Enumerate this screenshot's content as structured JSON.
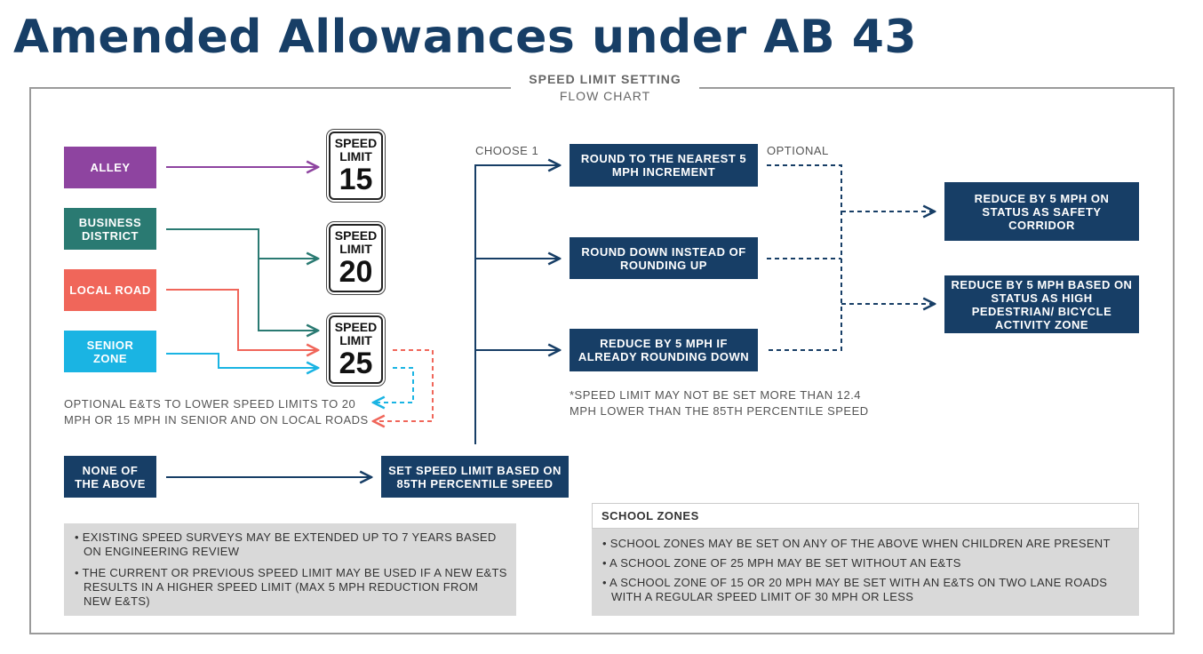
{
  "title": "Amended Allowances under AB 43",
  "chart_header": {
    "line1": "SPEED LIMIT SETTING",
    "line2": "FLOW CHART"
  },
  "categories": [
    {
      "label": "ALLEY",
      "color": "#8e44a0"
    },
    {
      "label": "BUSINESS DISTRICT",
      "color": "#2a7a72"
    },
    {
      "label": "LOCAL ROAD",
      "color": "#f0665a"
    },
    {
      "label": "SENIOR ZONE",
      "color": "#1ab4e3"
    }
  ],
  "signs": [
    {
      "line1": "SPEED",
      "line2": "LIMIT",
      "value": "15"
    },
    {
      "line1": "SPEED",
      "line2": "LIMIT",
      "value": "20"
    },
    {
      "line1": "SPEED",
      "line2": "LIMIT",
      "value": "25"
    }
  ],
  "optional_ets": [
    "OPTIONAL E&TS TO LOWER SPEED LIMITS TO 20",
    "MPH OR 15 MPH IN SENIOR AND ON LOCAL ROADS"
  ],
  "none_of_above": "NONE OF THE ABOVE",
  "set_speed": "SET SPEED LIMIT BASED ON 85TH PERCENTILE SPEED",
  "choose_label": "CHOOSE 1",
  "optional_label": "OPTIONAL",
  "choices": [
    "ROUND TO THE NEAREST 5 MPH INCREMENT",
    "ROUND DOWN INSTEAD OF ROUNDING UP",
    "REDUCE BY 5 MPH IF ALREADY ROUNDING DOWN"
  ],
  "reductions": [
    "REDUCE BY 5 MPH ON STATUS AS SAFETY CORRIDOR",
    "REDUCE BY 5 MPH BASED ON STATUS AS HIGH PEDESTRIAN/ BICYCLE ACTIVITY ZONE"
  ],
  "footnote": [
    "*SPEED LIMIT MAY NOT BE SET MORE THAN 12.4",
    "MPH LOWER THAN THE 85TH PERCENTILE SPEED"
  ],
  "left_notes": [
    "• EXISTING SPEED SURVEYS MAY BE EXTENDED UP TO 7 YEARS BASED ON ENGINEERING REVIEW",
    "• THE CURRENT OR PREVIOUS SPEED LIMIT MAY BE USED IF A NEW E&TS RESULTS IN A HIGHER SPEED LIMIT (MAX 5 MPH REDUCTION FROM NEW E&TS)"
  ],
  "school_zones": {
    "title": "SCHOOL ZONES",
    "items": [
      "• SCHOOL ZONES MAY BE SET ON ANY OF THE ABOVE WHEN CHILDREN ARE PRESENT",
      "• A SCHOOL ZONE OF 25 MPH MAY BE SET WITHOUT AN E&TS",
      "• A SCHOOL ZONE OF 15 OR 20 MPH MAY BE SET WITH AN E&TS ON TWO LANE ROADS WITH A REGULAR SPEED LIMIT OF 30 MPH OR LESS"
    ]
  },
  "colors": {
    "navy": "#173e66"
  }
}
